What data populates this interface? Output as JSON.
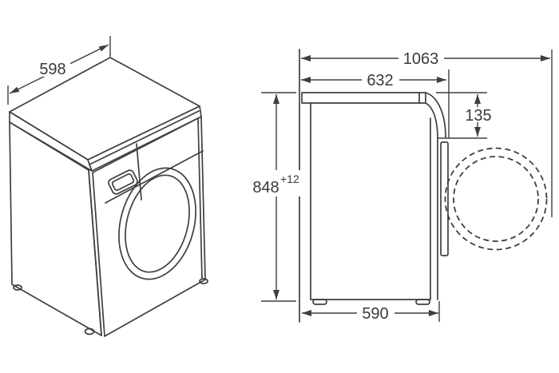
{
  "drawing": {
    "type": "appliance-dimension-diagram",
    "subject": "front-loading washing machine",
    "colors": {
      "line": "#3f3f3f",
      "text": "#3a3a3a",
      "background": "#ffffff"
    },
    "isometric_view": {
      "width_label": "598"
    },
    "side_view": {
      "total_depth_door_open_label": "1063",
      "depth_with_door_label": "632",
      "door_thickness_label": "135",
      "height_label": "848",
      "height_tolerance_label": "+12",
      "base_depth_label": "590"
    }
  }
}
